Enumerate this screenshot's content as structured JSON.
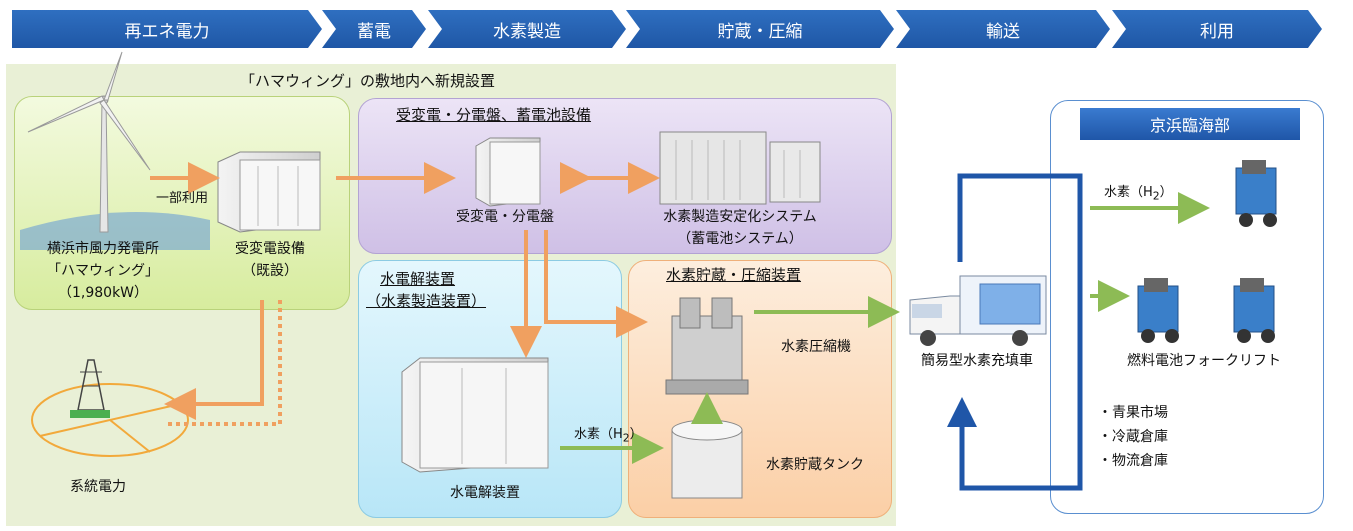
{
  "flow": [
    "再エネ電力",
    "蓄電",
    "水素製造",
    "貯蔵・圧縮",
    "輸送",
    "利用"
  ],
  "site_title": "「ハマウィング」の敷地内へ新規設置",
  "windplant": {
    "name": "横浜市風力発電所",
    "quoted": "「ハマウィング」",
    "capacity": "（1,980kW）",
    "partial_use": "一部利用"
  },
  "substation_existing": {
    "name": "受変電設備",
    "note": "（既設）"
  },
  "grid": {
    "label": "系統電力"
  },
  "power_panel_box": {
    "title": "受変電・分電盤、蓄電池設備",
    "panel": "受変電・分電盤",
    "stabilizer": "水素製造安定化システム",
    "stabilizer_note": "（蓄電池システム）"
  },
  "electrolysis_box": {
    "title": "水電解装置",
    "subtitle": "（水素製造装置）",
    "device": "水電解装置"
  },
  "storage_box": {
    "title": "水素貯蔵・圧縮装置",
    "compressor": "水素圧縮機",
    "tank": "水素貯蔵タンク"
  },
  "hydrogen_label": {
    "prefix": "水素（H",
    "sub": "2",
    "suffix": "）"
  },
  "truck": {
    "label": "簡易型水素充填車"
  },
  "keihin": {
    "title": "京浜臨海部",
    "forklift": "燃料電池フォークリフト",
    "places": [
      "・青果市場",
      "・冷蔵倉庫",
      "・物流倉庫"
    ]
  },
  "colors": {
    "chevron": "#2160b0",
    "site_bg": "#e9f0d6",
    "wind_box": "#dff0b8",
    "panel_box": "#ddd0ee",
    "electro_box": "#cfeefa",
    "storage_box": "#fde0c6",
    "orange_arrow": "#f0a060",
    "green_arrow": "#8dbb55",
    "truck_loop": "#1f56a8"
  }
}
